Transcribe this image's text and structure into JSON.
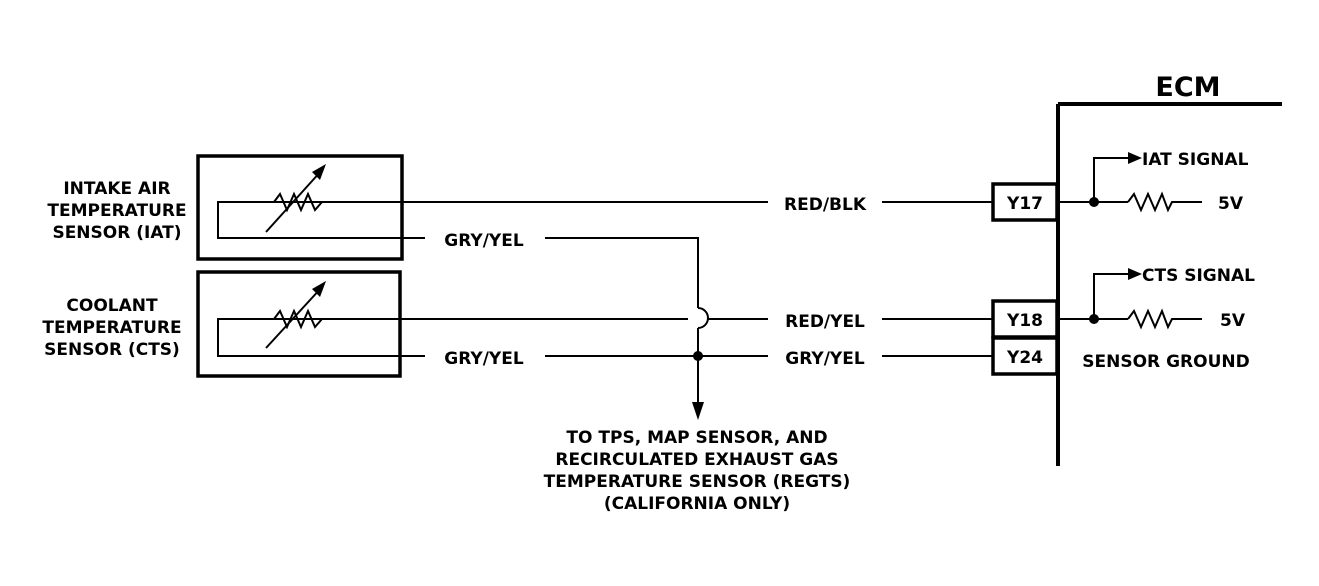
{
  "ecm": {
    "title": "ECM",
    "iat_signal": "IAT SIGNAL",
    "cts_signal": "CTS SIGNAL",
    "iat_voltage": "5V",
    "cts_voltage": "5V",
    "sensor_ground": "SENSOR GROUND"
  },
  "sensors": {
    "iat_line1": "INTAKE AIR",
    "iat_line2": "TEMPERATURE",
    "iat_line3": "SENSOR (IAT)",
    "cts_line1": "COOLANT",
    "cts_line2": "TEMPERATURE",
    "cts_line3": "SENSOR (CTS)"
  },
  "pins": {
    "y17": "Y17",
    "y18": "Y18",
    "y24": "Y24"
  },
  "wires": {
    "iat_signal": "RED/BLK",
    "iat_ground": "GRY/YEL",
    "cts_signal": "RED/YEL",
    "cts_ground_left": "GRY/YEL",
    "cts_ground_right": "GRY/YEL"
  },
  "note": {
    "line1": "TO TPS, MAP SENSOR, AND",
    "line2": "RECIRCULATED EXHAUST GAS",
    "line3": "TEMPERATURE SENSOR (REGTS)",
    "line4": "(CALIFORNIA ONLY)"
  }
}
